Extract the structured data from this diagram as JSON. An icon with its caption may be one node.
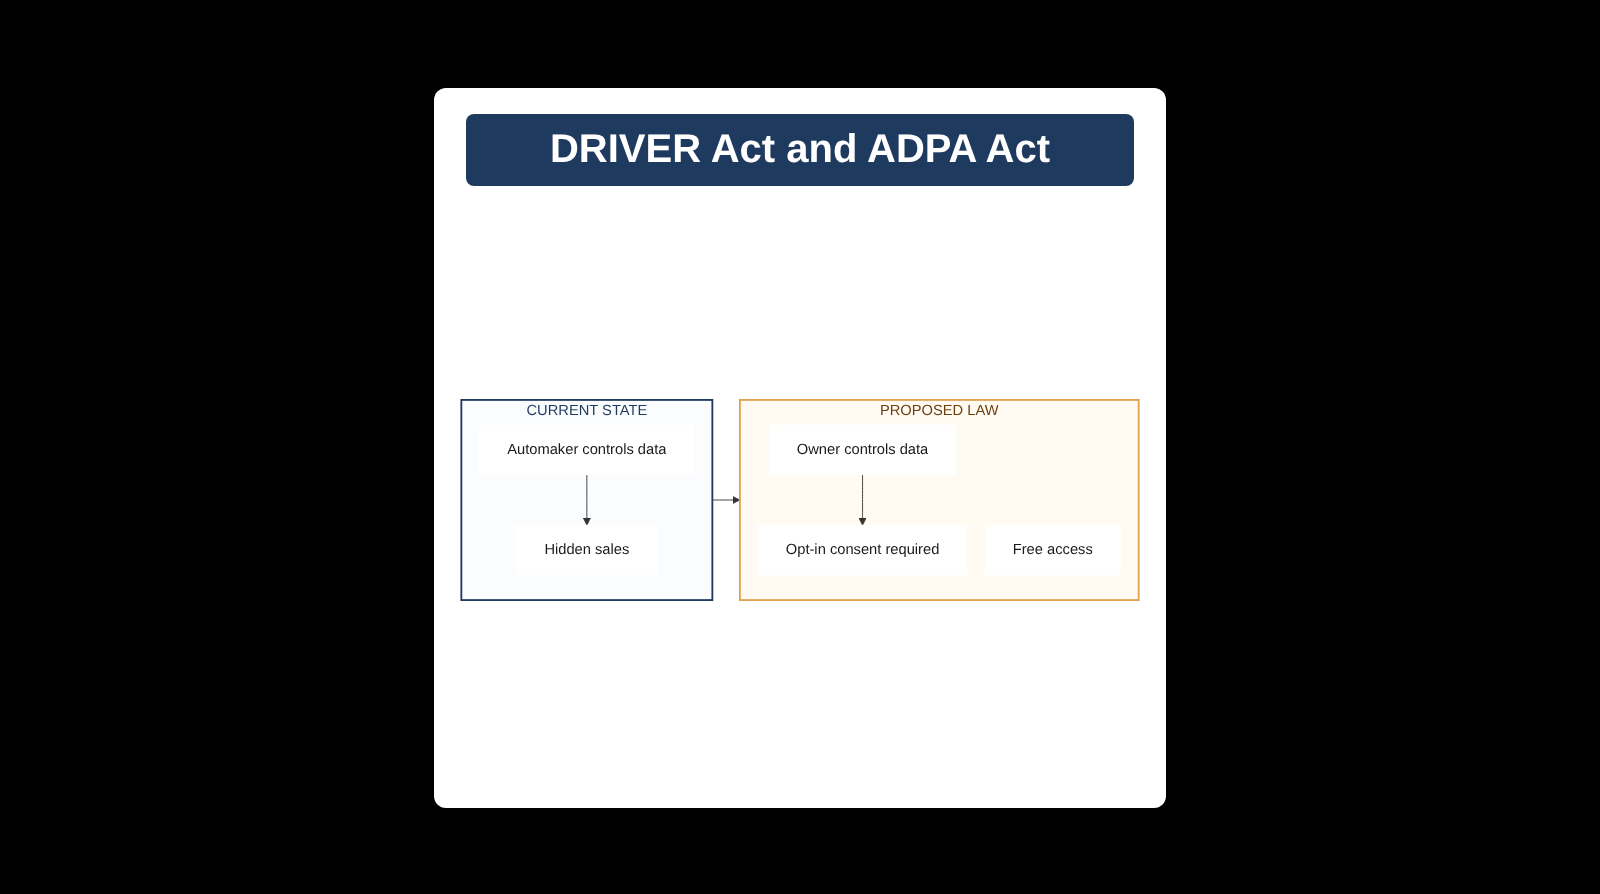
{
  "diagram": {
    "title": "DRIVER Act and ADPA Act",
    "nodes": [
      {
        "text": [
          "CURRENT STATE"
        ]
      },
      {
        "text": [
          "Automaker controls data"
        ],
        "in": 0
      },
      {
        "text": [
          "Hidden sales"
        ],
        "in": 0
      },
      {
        "text": [
          "PROPOSED LAW"
        ]
      },
      {
        "text": [
          "Owner controls data"
        ],
        "in": 3
      },
      {
        "text": [
          "Opt-in consent required"
        ],
        "in": 3
      },
      {
        "text": [
          "Free access"
        ],
        "in": 3
      }
    ],
    "edges": [
      {
        "from": 1,
        "to": 2,
        "arrow": "to"
      },
      {
        "from": 4,
        "to": 5,
        "arrow": "to"
      },
      {
        "from": 0,
        "to": 3,
        "arrow": "to"
      }
    ]
  }
}
